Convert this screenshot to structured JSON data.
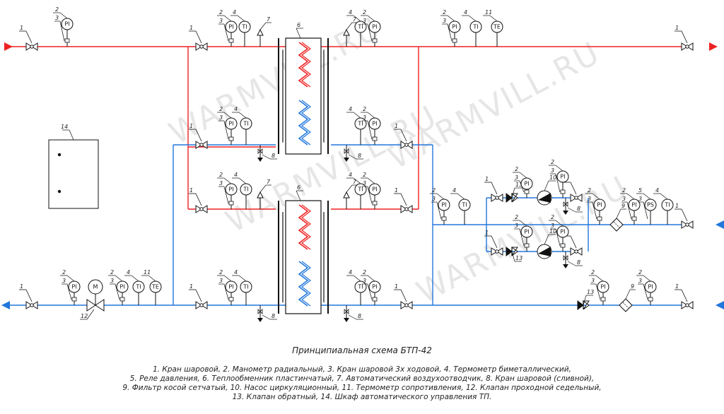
{
  "watermark": [
    "WARMVILL.RU",
    "WARMVILL.RU",
    "WARMVILL.RU",
    "WARMVILL.RU"
  ],
  "instruments": {
    "pi": "PI",
    "ti": "TI",
    "te": "TE",
    "ps": "PS",
    "m": "M"
  },
  "numbers": [
    "1",
    "2",
    "3",
    "4",
    "5",
    "6",
    "7",
    "8",
    "9",
    "10",
    "11",
    "12",
    "13",
    "14"
  ],
  "title": "Принципиальная схема БТП-42",
  "legend": [
    "1. Кран шаровой, 2. Манометр радиальный, 3. Кран шаровой 3х ходовой, 4. Термометр биметаллический,",
    "5. Реле давления, 6. Теплообменник пластинчатый, 7. Автоматический воздухоотводчик, 8. Кран шаровой (сливной),",
    "9. Фильтр косой сетчатый, 10. Насос циркуляционный, 11. Термометр сопротивления, 12. Клапан проходной седельный,",
    "13. Клапан обратный, 14. Шкаф автоматического управления ТП."
  ],
  "colors": {
    "supply": "#ee2222",
    "return": "#2277dd",
    "line": "#111111"
  }
}
